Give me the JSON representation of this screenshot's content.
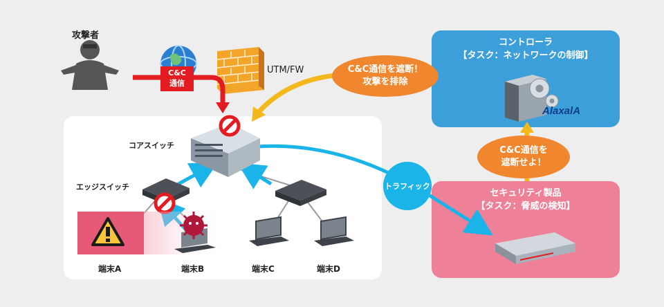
{
  "attacker": {
    "label": "攻撃者"
  },
  "cc_tag": {
    "label": "C&C\n通信"
  },
  "utm": {
    "label": "UTM/FW"
  },
  "controller": {
    "title": "コントローラ\n【タスク：ネットワークの制御】",
    "logo": "AlaxalA"
  },
  "security": {
    "title": "セキュリティ製品\n【タスク：脅威の検知】"
  },
  "callout_block": "C&C通信を遮断！\n攻撃を排除",
  "callout_order": "C&C通信を\n遮断せよ！",
  "traffic": "トラフィック",
  "core_switch": "コアスイッチ",
  "edge_switch": "エッジスイッチ",
  "terminals": {
    "a": "端末A",
    "b": "端末B",
    "c": "端末C",
    "d": "端末D"
  },
  "colors": {
    "controller_bg": "#3d9fd9",
    "security_bg": "#ee8098",
    "callout": "#f0862d",
    "arrow_cyan": "#1ab4e8",
    "arrow_yellow": "#f3b81b",
    "alert_red": "#e31c22"
  }
}
